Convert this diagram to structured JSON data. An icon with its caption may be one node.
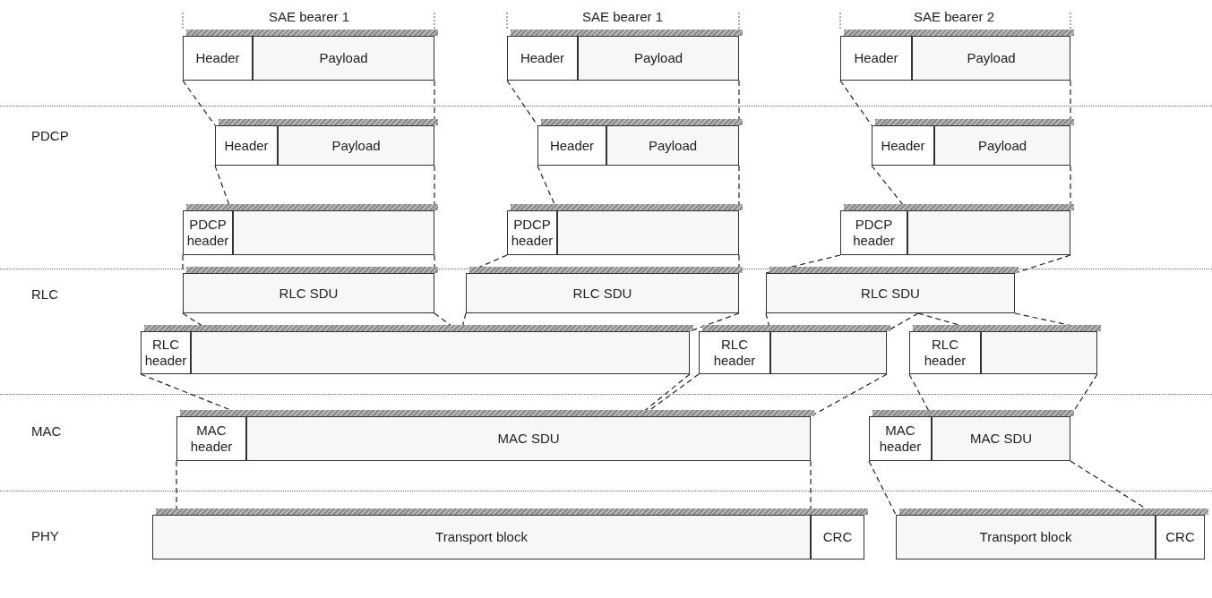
{
  "diagram": {
    "nodes": [
      {
        "text": [
          "Header"
        ]
      },
      {
        "text": [
          "Payload"
        ]
      },
      {
        "text": [
          "Header"
        ]
      },
      {
        "text": [
          "Payload"
        ]
      },
      {
        "text": [
          "Header"
        ]
      },
      {
        "text": [
          "Payload"
        ]
      },
      {
        "text": [
          "Header"
        ]
      },
      {
        "text": [
          "Payload"
        ]
      },
      {
        "text": [
          "Header"
        ]
      },
      {
        "text": [
          "Payload"
        ]
      },
      {
        "text": [
          "Header"
        ]
      },
      {
        "text": [
          "Payload"
        ]
      },
      {
        "text": [
          "PDCP header"
        ]
      },
      {
        "text": [],
        "shape": "box"
      },
      {
        "text": [
          "PDCP header"
        ]
      },
      {
        "text": [],
        "shape": "box"
      },
      {
        "text": [
          "PDCP header"
        ]
      },
      {
        "text": [],
        "shape": "box"
      },
      {
        "text": [
          "RLC SDU"
        ]
      },
      {
        "text": [
          "RLC SDU"
        ]
      },
      {
        "text": [
          "RLC SDU"
        ]
      },
      {
        "text": [
          "RLC header"
        ]
      },
      {
        "text": [],
        "shape": "box"
      },
      {
        "text": [
          "RLC header"
        ]
      },
      {
        "text": [],
        "shape": "box"
      },
      {
        "text": [
          "RLC header"
        ]
      },
      {
        "text": [],
        "shape": "box"
      },
      {
        "text": [
          "MAC header"
        ]
      },
      {
        "text": [
          "MAC SDU"
        ]
      },
      {
        "text": [
          "MAC header"
        ]
      },
      {
        "text": [
          "MAC SDU"
        ]
      },
      {
        "text": [
          "Transport block"
        ]
      },
      {
        "text": [
          "CRC"
        ]
      },
      {
        "text": [
          "Transport block"
        ]
      },
      {
        "text": [
          "CRC"
        ]
      }
    ],
    "edges": [
      {
        "from": 0,
        "to": 6,
        "arrow": "none",
        "style": "dashed"
      },
      {
        "from": 1,
        "to": 7,
        "arrow": "none",
        "style": "dashed"
      },
      {
        "from": 6,
        "to": 12,
        "arrow": "none",
        "style": "dashed"
      },
      {
        "from": 7,
        "to": 13,
        "arrow": "none",
        "style": "dashed"
      },
      {
        "from": 12,
        "to": 18,
        "arrow": "none",
        "style": "dashed"
      },
      {
        "from": 13,
        "to": 18,
        "arrow": "none",
        "style": "dashed"
      },
      {
        "from": 2,
        "to": 8,
        "arrow": "none",
        "style": "dashed"
      },
      {
        "from": 3,
        "to": 9,
        "arrow": "none",
        "style": "dashed"
      },
      {
        "from": 8,
        "to": 14,
        "arrow": "none",
        "style": "dashed"
      },
      {
        "from": 9,
        "to": 15,
        "arrow": "none",
        "style": "dashed"
      },
      {
        "from": 14,
        "to": 19,
        "arrow": "none",
        "style": "dashed"
      },
      {
        "from": 15,
        "to": 19,
        "arrow": "none",
        "style": "dashed"
      },
      {
        "from": 4,
        "to": 10,
        "arrow": "none",
        "style": "dashed"
      },
      {
        "from": 5,
        "to": 11,
        "arrow": "none",
        "style": "dashed"
      },
      {
        "from": 10,
        "to": 16,
        "arrow": "none",
        "style": "dashed"
      },
      {
        "from": 11,
        "to": 17,
        "arrow": "none",
        "style": "dashed"
      },
      {
        "from": 16,
        "to": 20,
        "arrow": "none",
        "style": "dashed"
      },
      {
        "from": 17,
        "to": 20,
        "arrow": "none",
        "style": "dashed"
      },
      {
        "from": 18,
        "to": 22,
        "arrow": "none",
        "style": "dashed"
      },
      {
        "from": 18,
        "to": 22,
        "arrow": "none",
        "style": "dashed"
      },
      {
        "from": 19,
        "to": 22,
        "arrow": "none",
        "style": "dashed"
      },
      {
        "from": 19,
        "to": 22,
        "arrow": "none",
        "style": "dashed"
      },
      {
        "from": 20,
        "to": 23,
        "arrow": "none",
        "style": "dashed"
      },
      {
        "from": 20,
        "to": 24,
        "arrow": "none",
        "style": "dashed"
      },
      {
        "from": 20,
        "to": 25,
        "arrow": "none",
        "style": "dashed"
      },
      {
        "from": 20,
        "to": 26,
        "arrow": "none",
        "style": "dashed"
      },
      {
        "from": 21,
        "to": 27,
        "arrow": "none",
        "style": "dashed"
      },
      {
        "from": 22,
        "to": 28,
        "arrow": "none",
        "style": "dashed"
      },
      {
        "from": 23,
        "to": 28,
        "arrow": "none",
        "style": "dashed"
      },
      {
        "from": 24,
        "to": 28,
        "arrow": "none",
        "style": "dashed"
      },
      {
        "from": 25,
        "to": 29,
        "arrow": "none",
        "style": "dashed"
      },
      {
        "from": 26,
        "to": 30,
        "arrow": "none",
        "style": "dashed"
      },
      {
        "from": 27,
        "to": 31,
        "arrow": "none",
        "style": "dashed"
      },
      {
        "from": 28,
        "to": 31,
        "arrow": "none",
        "style": "dashed"
      },
      {
        "from": 29,
        "to": 33,
        "arrow": "none",
        "style": "dashed"
      },
      {
        "from": 30,
        "to": 33,
        "arrow": "none",
        "style": "dashed"
      }
    ],
    "labels": [
      "SAE bearer 1",
      "SAE bearer 1",
      "SAE bearer 2",
      "PDCP",
      "RLC",
      "MAC",
      "PHY"
    ]
  }
}
